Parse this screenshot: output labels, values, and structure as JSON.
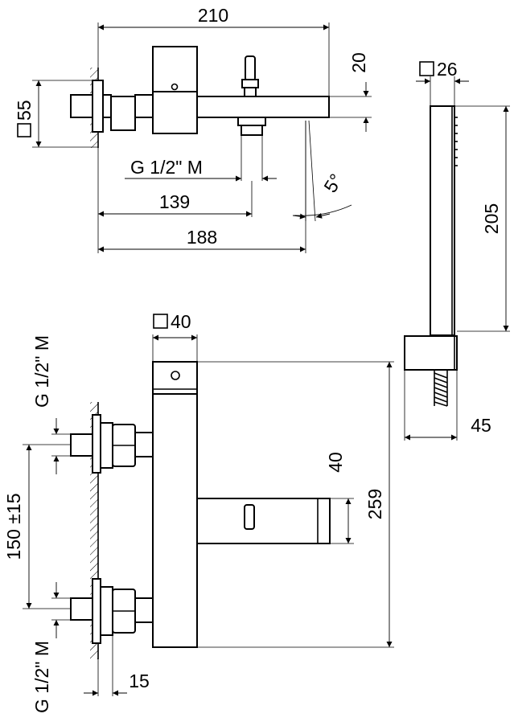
{
  "drawing": {
    "top": {
      "overall_width": "210",
      "handle_height": "20",
      "flange_square": "55",
      "outlet_thread": "G 1/2\" M",
      "outlet_distance": "139",
      "spout_length": "188",
      "angle": "5°"
    },
    "front": {
      "body_square": "40",
      "inlet_thread_top": "G 1/2\" M",
      "inlet_thread_bottom": "G 1/2\" M",
      "centres": "150 ±15",
      "spout_height": "40",
      "body_height": "259",
      "wall_offset": "15"
    },
    "shower": {
      "handle_square": "26",
      "handle_length": "205",
      "holder_depth": "45"
    }
  }
}
